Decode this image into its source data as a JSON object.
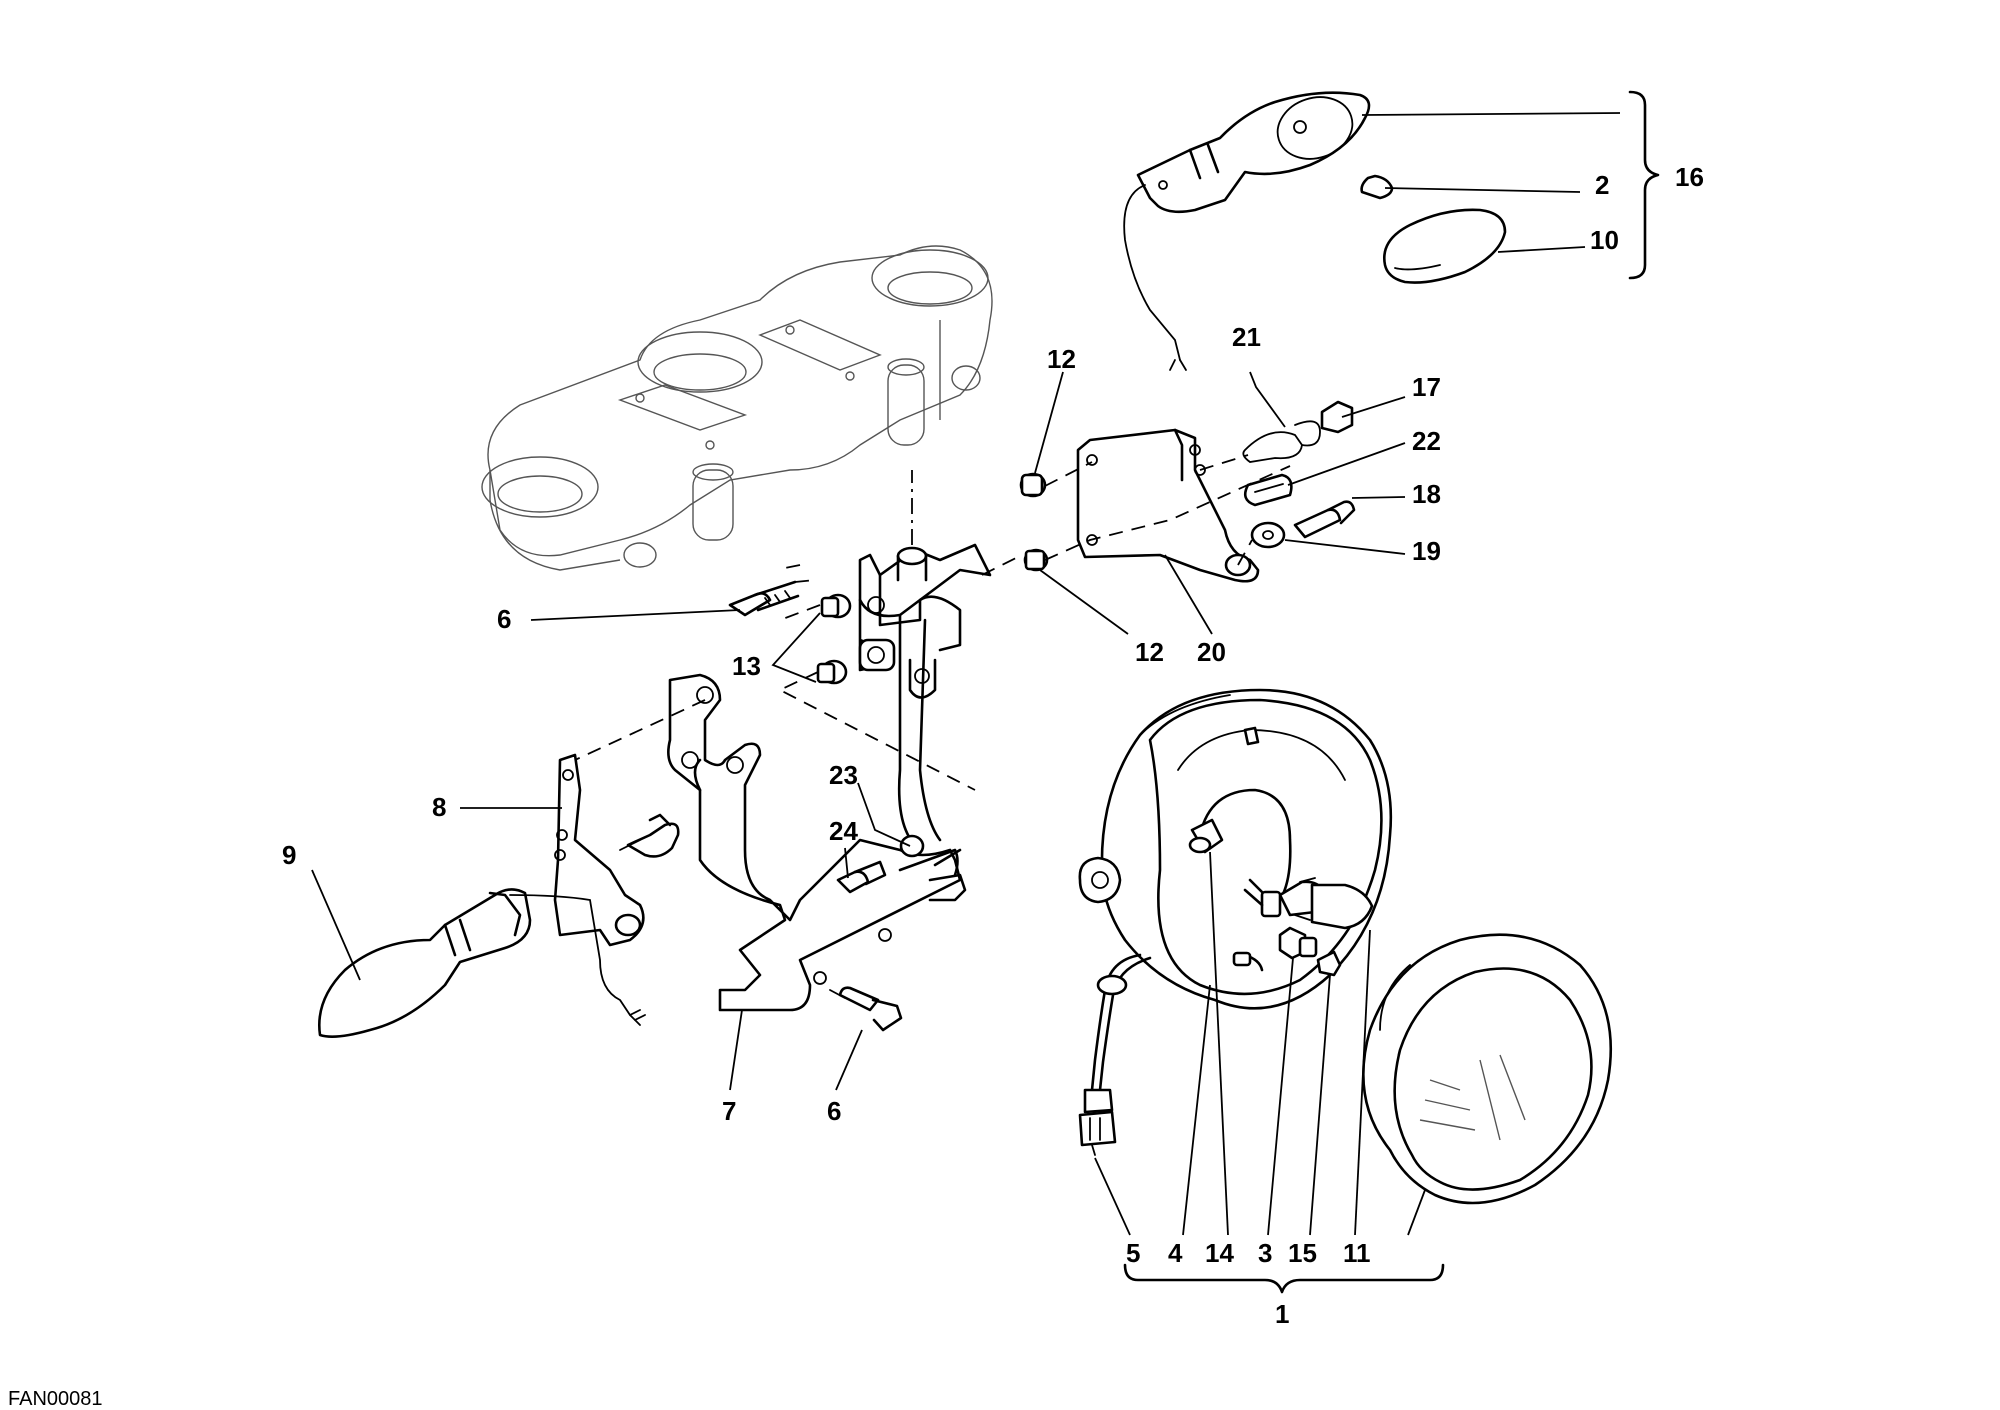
{
  "drawing_code": "FAN00081",
  "callouts": {
    "c1": "1",
    "c2": "2",
    "c3": "3",
    "c4": "4",
    "c5": "5",
    "c6a": "6",
    "c6b": "6",
    "c7": "7",
    "c8": "8",
    "c9": "9",
    "c10": "10",
    "c11": "11",
    "c12a": "12",
    "c12b": "12",
    "c13": "13",
    "c14": "14",
    "c15": "15",
    "c16": "16",
    "c17": "17",
    "c18": "18",
    "c19": "19",
    "c20": "20",
    "c21": "21",
    "c22": "22",
    "c23": "23",
    "c24": "24"
  },
  "parts": {
    "upper_triple_clamp": "triple-clamp",
    "headlight_support": "headlight-support-bracket",
    "headlight_assembly": "headlight",
    "headlight_lens": "headlight-lens",
    "turn_indicator_right": "turn-indicator",
    "turn_indicator_left": "turn-indicator",
    "indicator_lens": "indicator-lens",
    "mirror_bracket": "bracket"
  }
}
